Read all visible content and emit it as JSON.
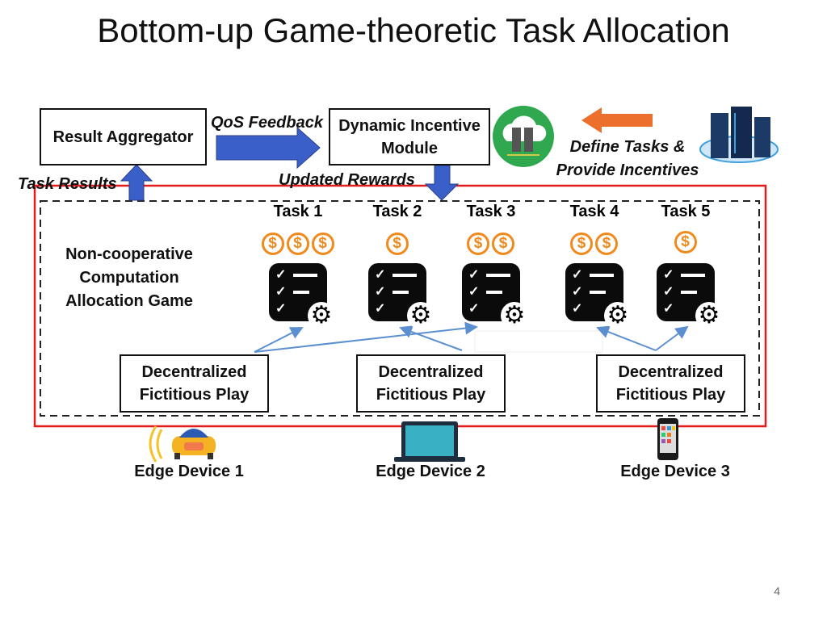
{
  "title": "Bottom-up Game-theoretic Task Allocation",
  "boxes": {
    "result_aggregator": "Result Aggregator",
    "dynamic_incentive": [
      "Dynamic Incentive",
      "Module"
    ]
  },
  "labels": {
    "qos_feedback": "QoS Feedback",
    "define_tasks": [
      "Define Tasks &",
      "Provide Incentives"
    ],
    "task_results": "Task Results",
    "updated_rewards": "Updated Rewards",
    "game": [
      "Non-cooperative",
      "Computation",
      "Allocation Game"
    ]
  },
  "tasks": [
    {
      "label": "Task 1",
      "coins": 3
    },
    {
      "label": "Task 2",
      "coins": 1
    },
    {
      "label": "Task 3",
      "coins": 2
    },
    {
      "label": "Task 4",
      "coins": 2
    },
    {
      "label": "Task 5",
      "coins": 1
    }
  ],
  "coin_symbol": "$",
  "devices": [
    {
      "play": [
        "Decentralized",
        "Fictitious Play"
      ],
      "label": "Edge Device 1",
      "icon": "car-icon"
    },
    {
      "play": [
        "Decentralized",
        "Fictitious Play"
      ],
      "label": "Edge Device 2",
      "icon": "laptop-icon"
    },
    {
      "play": [
        "Decentralized",
        "Fictitious Play"
      ],
      "label": "Edge Device 3",
      "icon": "phone-icon"
    }
  ],
  "page_number": "4",
  "colors": {
    "arrow_blue": "#3a5fc8",
    "orange": "#ec6f2b",
    "red_frame": "#e31b1b",
    "coin": "#f08a1c",
    "line_blue": "#5b8fd0",
    "green": "#2fa84f"
  }
}
